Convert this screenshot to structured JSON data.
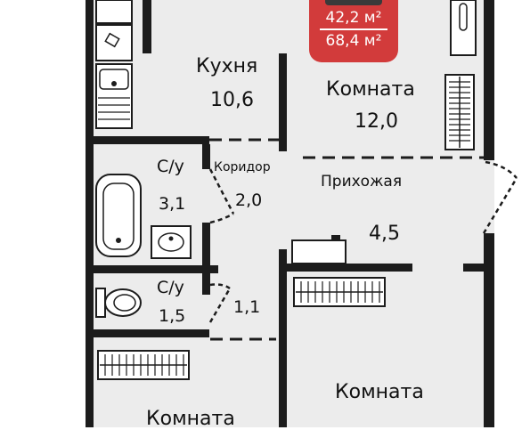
{
  "plan": {
    "badge": {
      "living_area": "42,2 м²",
      "total_area": "68,4 м²"
    },
    "rooms": {
      "kitchen": {
        "name": "Кухня",
        "area": "10,6"
      },
      "room_1": {
        "name": "Комната",
        "area": "12,0"
      },
      "corridor": {
        "name": "Коридор",
        "area": "2,0"
      },
      "hall": {
        "name": "Прихожая",
        "area": "4,5"
      },
      "bath_1": {
        "name": "С/у",
        "area": "3,1"
      },
      "bath_2": {
        "name": "С/у",
        "area": "1,5"
      },
      "closet": {
        "area": "1,1"
      },
      "room_2": {
        "name": "Комната"
      },
      "room_3": {
        "name": "Комната"
      }
    },
    "icons": [
      "stove-icon",
      "sink-icon",
      "radiator-icon",
      "bathtub-icon",
      "washbasin-icon",
      "toilet-icon",
      "shoe-cabinet-icon",
      "door-icon"
    ],
    "colors": {
      "walls": "#1c1c1c",
      "floor": "#ececec",
      "badge": "#d23b3b"
    }
  }
}
